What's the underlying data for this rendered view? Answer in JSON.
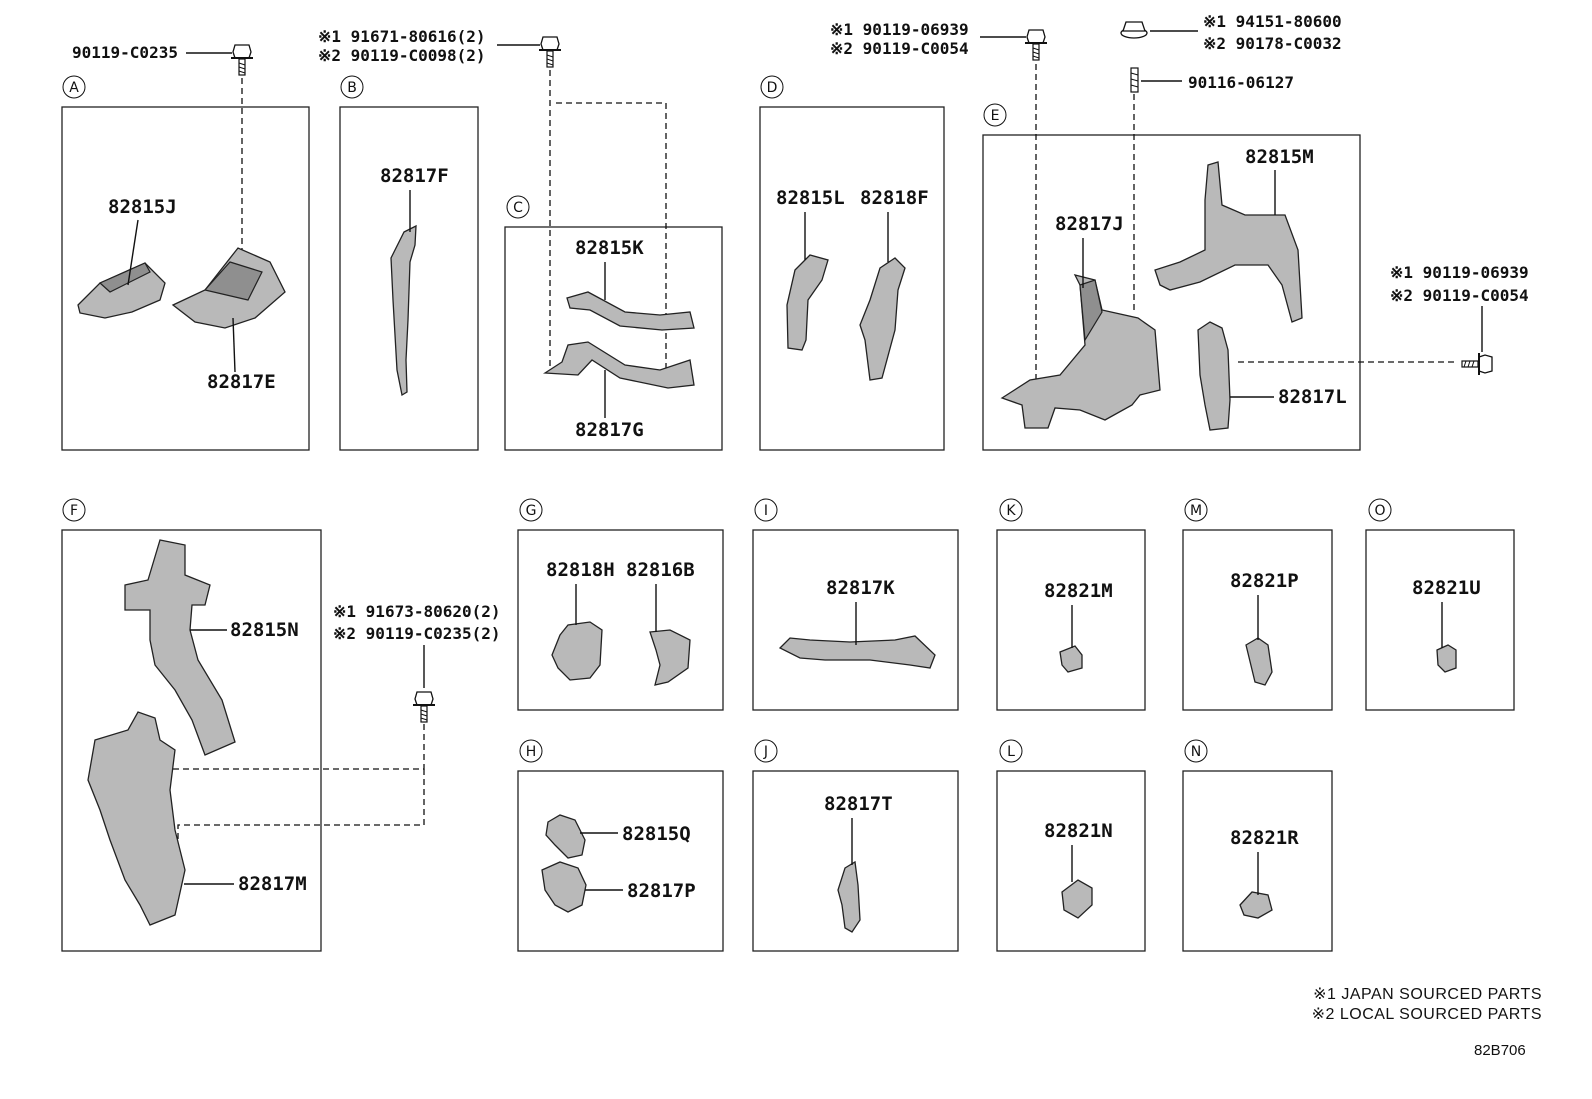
{
  "groups": [
    "A",
    "B",
    "C",
    "D",
    "E",
    "F",
    "G",
    "H",
    "I",
    "J",
    "K",
    "L",
    "M",
    "N",
    "O"
  ],
  "parts": {
    "p82815J": "82815J",
    "p82817E": "82817E",
    "p82817F": "82817F",
    "p82815K": "82815K",
    "p82817G": "82817G",
    "p82815L": "82815L",
    "p82818F": "82818F",
    "p82817J": "82817J",
    "p82815M": "82815M",
    "p82817L": "82817L",
    "p82815N": "82815N",
    "p82817M": "82817M",
    "p82818H": "82818H",
    "p82816B": "82816B",
    "p82817K": "82817K",
    "p82815Q": "82815Q",
    "p82817P": "82817P",
    "p82817T": "82817T",
    "p82821M": "82821M",
    "p82821N": "82821N",
    "p82821P": "82821P",
    "p82821R": "82821R",
    "p82821U": "82821U"
  },
  "fasteners": {
    "a_bolt": "90119-C0235",
    "b_bolt_1": "※1 91671-80616(2)",
    "b_bolt_2": "※2 90119-C0098(2)",
    "d_bolt_1": "※1 90119-06939",
    "d_bolt_2": "※2 90119-C0054",
    "e_nut_1": "※1 94151-80600",
    "e_nut_2": "※2 90178-C0032",
    "e_stud": "90116-06127",
    "e_bolt_1": "※1 90119-06939",
    "e_bolt_2": "※2 90119-C0054",
    "f_bolt_1": "※1 91673-80620(2)",
    "f_bolt_2": "※2 90119-C0235(2)"
  },
  "footnotes": [
    "※1 JAPAN SOURCED PARTS",
    "※2 LOCAL SOURCED PARTS"
  ],
  "diagram_code": "82B706"
}
